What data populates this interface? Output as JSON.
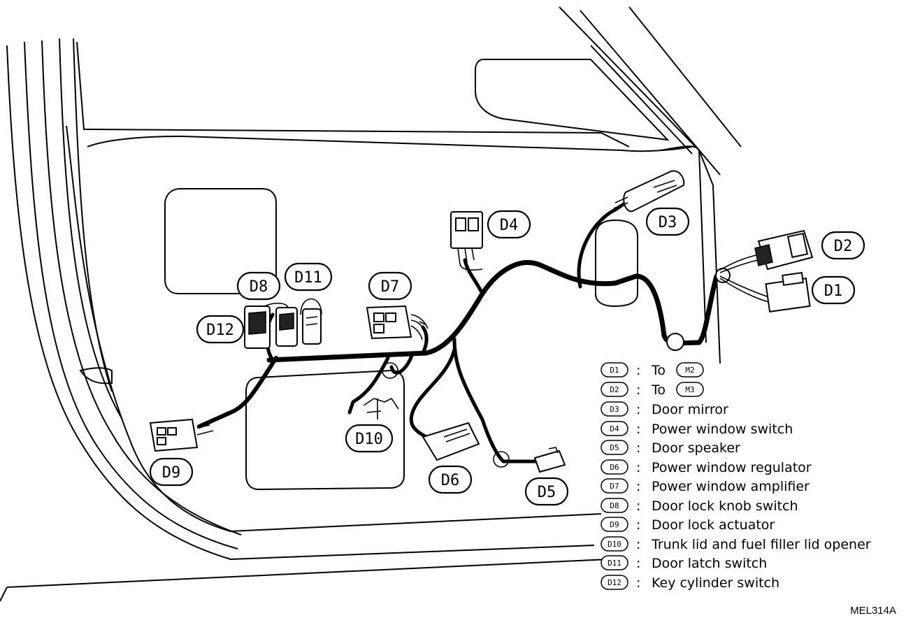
{
  "diagram": {
    "labels": [
      {
        "id": "D1",
        "text": "D1"
      },
      {
        "id": "D2",
        "text": "D2"
      },
      {
        "id": "D3",
        "text": "D3"
      },
      {
        "id": "D4",
        "text": "D4"
      },
      {
        "id": "D5",
        "text": "D5"
      },
      {
        "id": "D6",
        "text": "D6"
      },
      {
        "id": "D7",
        "text": "D7"
      },
      {
        "id": "D8",
        "text": "D8"
      },
      {
        "id": "D9",
        "text": "D9"
      },
      {
        "id": "D10",
        "text": "D10"
      },
      {
        "id": "D11",
        "text": "D11"
      },
      {
        "id": "D12",
        "text": "D12"
      }
    ],
    "legend": [
      {
        "code": "D1",
        "sep": ":",
        "text": "To",
        "ref": "M2"
      },
      {
        "code": "D2",
        "sep": ":",
        "text": "To",
        "ref": "M3"
      },
      {
        "code": "D3",
        "sep": ":",
        "text": "Door mirror"
      },
      {
        "code": "D4",
        "sep": ":",
        "text": "Power window switch"
      },
      {
        "code": "D5",
        "sep": ":",
        "text": "Door speaker"
      },
      {
        "code": "D6",
        "sep": ":",
        "text": "Power window regulator"
      },
      {
        "code": "D7",
        "sep": ":",
        "text": "Power window amplifier"
      },
      {
        "code": "D8",
        "sep": ":",
        "text": "Door lock knob switch"
      },
      {
        "code": "D9",
        "sep": ":",
        "text": "Door lock actuator"
      },
      {
        "code": "D10",
        "sep": ":",
        "text": "Trunk lid and fuel filler lid opener"
      },
      {
        "code": "D11",
        "sep": ":",
        "text": "Door latch switch"
      },
      {
        "code": "D12",
        "sep": ":",
        "text": "Key cylinder switch"
      }
    ],
    "figure_code": "MEL314A"
  }
}
